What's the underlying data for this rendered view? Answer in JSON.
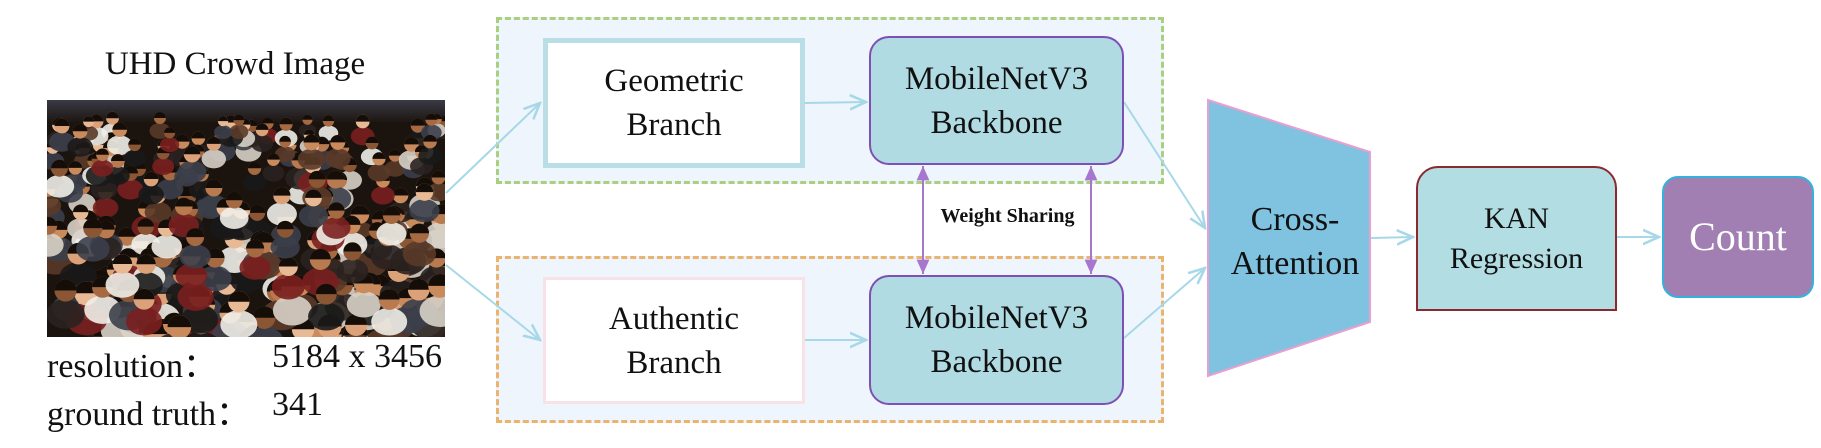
{
  "image_panel": {
    "title": "UHD Crowd Image",
    "resolution_label": "resolution：",
    "resolution_value": "5184 x 3456",
    "ground_truth_label": "ground truth：",
    "ground_truth_value": "341"
  },
  "branches": {
    "geometric": [
      "Geometric",
      "Branch"
    ],
    "authentic": [
      "Authentic",
      "Branch"
    ]
  },
  "backbone": [
    "MobileNetV3",
    "Backbone"
  ],
  "weight_sharing": "Weight Sharing",
  "cross_attention": [
    "Cross-",
    "Attention"
  ],
  "kan": [
    "KAN",
    "Regression"
  ],
  "output": "Count",
  "colors": {
    "arrow": "#a6d8e8",
    "weight_arrow": "#a777cf",
    "backbone_fill": "#b0dbe3",
    "backbone_border": "#7e4fb4",
    "cross_attention_fill": "#7fc3e0",
    "cross_attention_border": "#e99fcf",
    "kan_fill": "#b2dde3",
    "kan_border": "#8a2a2f",
    "count_fill": "#a17fb3",
    "count_border": "#35b2db",
    "group_top_border": "#a9cf7f",
    "group_bottom_border": "#eab46d"
  }
}
